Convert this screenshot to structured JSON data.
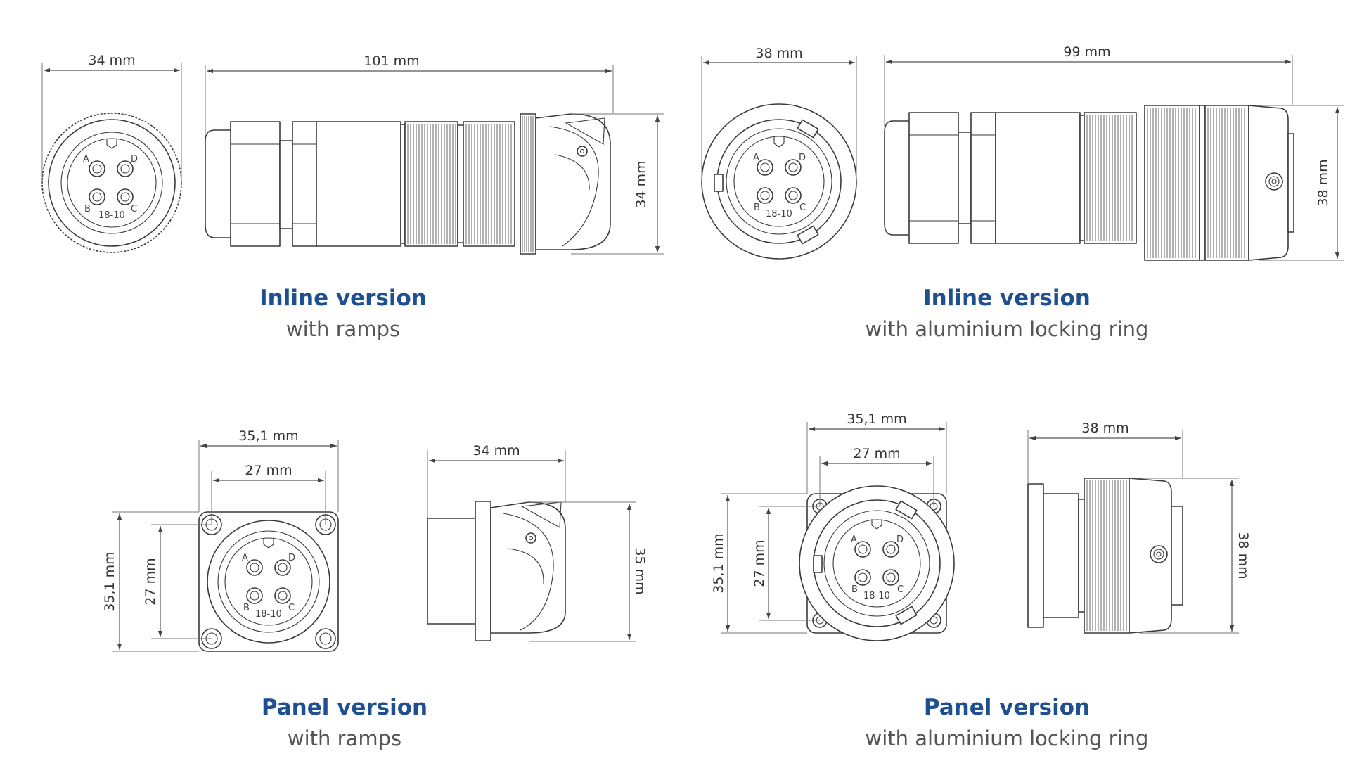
{
  "colors": {
    "caption_title": "#1d4f91",
    "caption_subtitle": "#555555",
    "line": "#3a3a3a"
  },
  "icons": [
    "arrowhead-icon"
  ],
  "pins": {
    "a": "A",
    "b": "B",
    "c": "C",
    "d": "D",
    "code": "18-10"
  },
  "inline_ramps": {
    "title": "Inline version",
    "subtitle": "with ramps",
    "dim_front_width": "34 mm",
    "dim_length": "101 mm",
    "dim_height": "34 mm"
  },
  "inline_ring": {
    "title": "Inline version",
    "subtitle": "with aluminium locking ring",
    "dim_front_width": "38 mm",
    "dim_length": "99 mm",
    "dim_height": "38 mm"
  },
  "panel_ramps": {
    "title": "Panel version",
    "subtitle": "with ramps",
    "dim_flange_width": "35,1 mm",
    "dim_hole_spacing_x": "27 mm",
    "dim_flange_height": "35,1 mm",
    "dim_hole_spacing_y": "27 mm",
    "dim_side_width": "34 mm",
    "dim_side_height": "35 mm"
  },
  "panel_ring": {
    "title": "Panel version",
    "subtitle": "with aluminium locking ring",
    "dim_flange_width": "35,1 mm",
    "dim_hole_spacing_x": "27 mm",
    "dim_flange_height": "35,1 mm",
    "dim_hole_spacing_y": "27 mm",
    "dim_side_width": "38 mm",
    "dim_side_height": "38 mm"
  }
}
